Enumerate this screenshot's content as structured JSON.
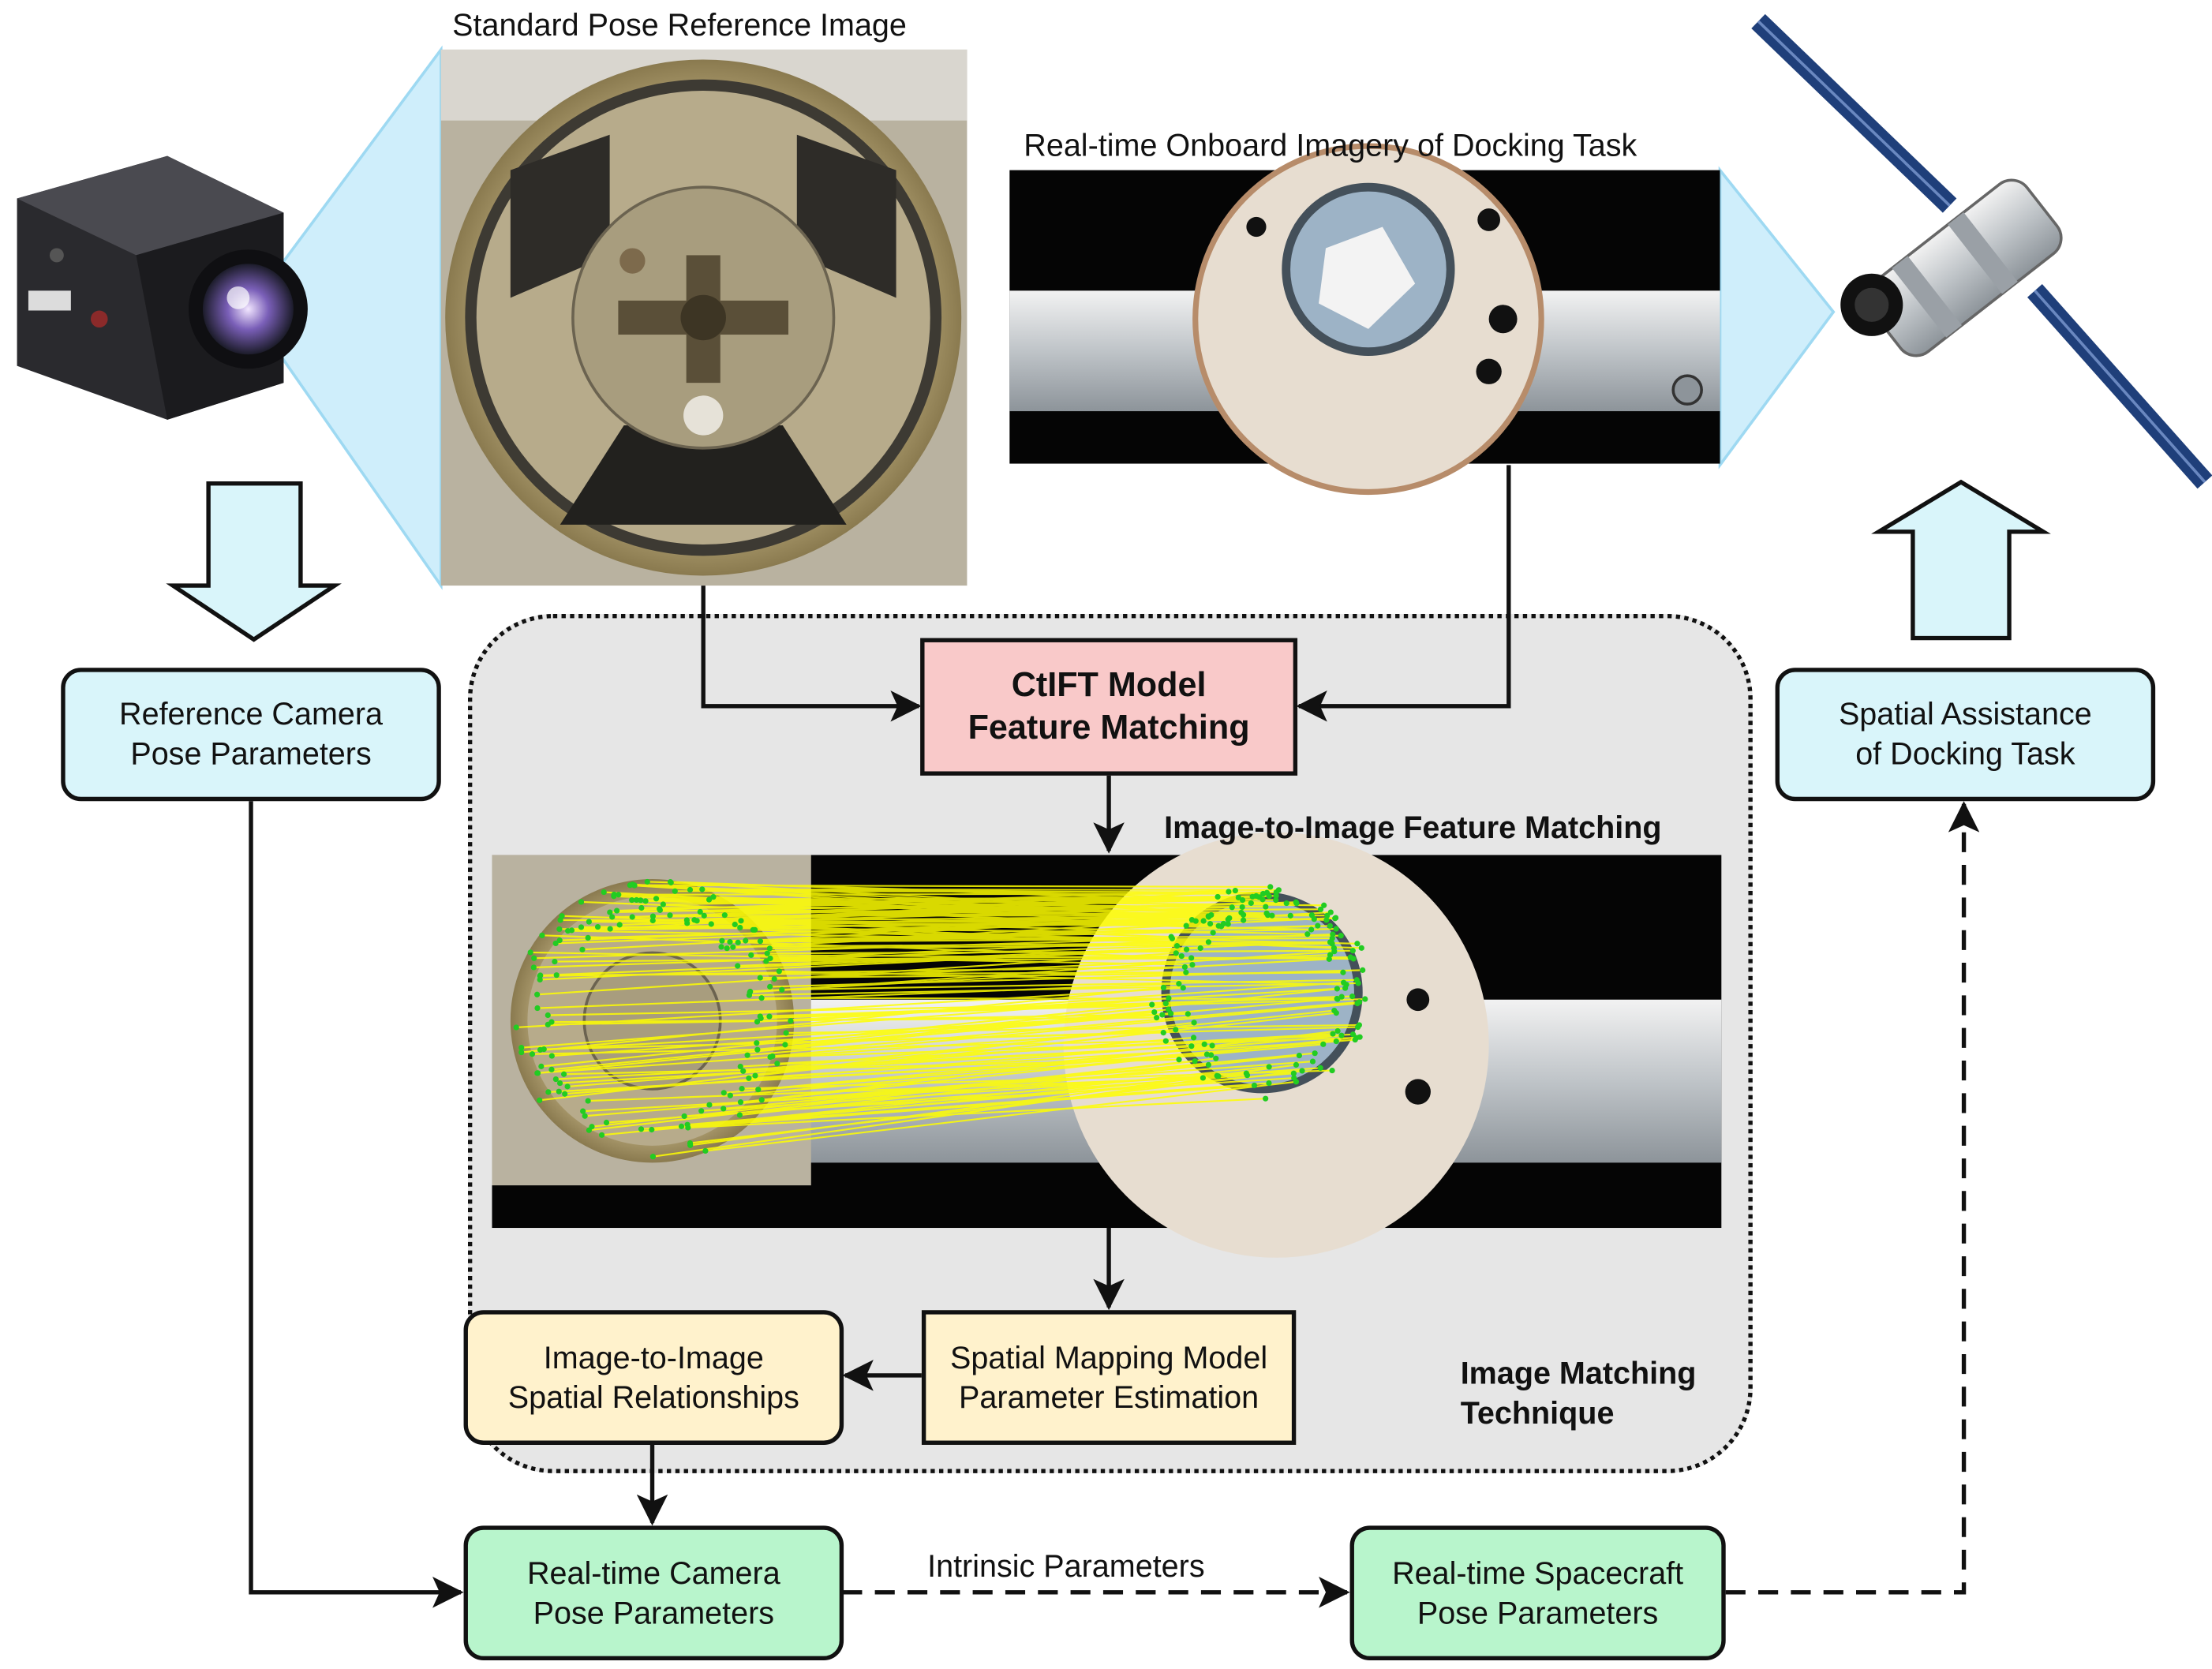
{
  "images": {
    "reference": {
      "caption": "Standard Pose Reference Image"
    },
    "realtime": {
      "caption": "Real-time Onboard Imagery of Docking Task"
    }
  },
  "boxes": {
    "reference_camera": [
      "Reference Camera",
      "Pose Parameters"
    ],
    "ctift": [
      "CtIFT Model",
      "Feature Matching"
    ],
    "spatial_assistance": [
      "Spatial Assistance",
      "of Docking Task"
    ],
    "image_relationships": [
      "Image-to-Image",
      "Spatial Relationships"
    ],
    "spatial_mapping": [
      "Spatial Mapping Model",
      "Parameter Estimation"
    ],
    "camera_pose": [
      "Real-time Camera",
      "Pose Parameters"
    ],
    "spacecraft_pose": [
      "Real-time Spacecraft",
      "Pose Parameters"
    ]
  },
  "labels": {
    "feature_matching_title": "Image-to-Image Feature Matching",
    "panel_title_line1": "Image Matching",
    "panel_title_line2": "Technique",
    "intrinsic": "Intrinsic Parameters"
  },
  "colors": {
    "cyan_box": "#d9f5fa",
    "green_box": "#b8f5cc",
    "cream_box": "#fff2cc",
    "pink_box": "#f9c9c9",
    "panel": "#e6e6e6",
    "match_lines": "#ffff00",
    "keypoints": "#22cc22",
    "projection": "#bde6f5"
  },
  "icons": [
    "camera-icon",
    "satellite-icon"
  ]
}
